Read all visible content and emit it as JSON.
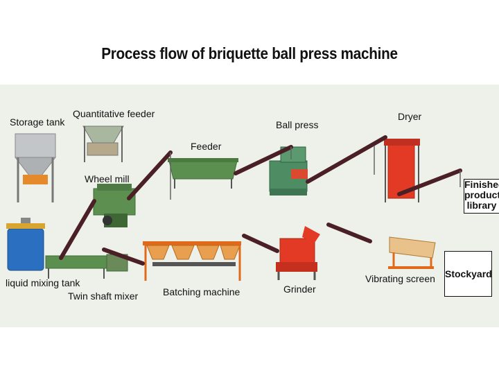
{
  "title": "Process flow of briquette ball press machine",
  "labels": {
    "storage_tank": "Storage tank",
    "quantitative_feeder": "Quantitative feeder",
    "wheel_mill": "Wheel mill",
    "feeder": "Feeder",
    "ball_press": "Ball press",
    "dryer": "Dryer",
    "finished_line1": "Finished",
    "finished_line2": "product",
    "finished_line3": "library",
    "liquid_mixing_tank": "liquid mixing tank",
    "twin_shaft_mixer": "Twin shaft mixer",
    "batching_machine": "Batching machine",
    "grinder": "Grinder",
    "vibrating_screen": "Vibrating screen",
    "stockyard": "Stockyard"
  },
  "colors": {
    "conveyor": "#4a1f26",
    "green_machine": "#5b8f4f",
    "orange_frame": "#e06a1a",
    "red_machine": "#e23a25",
    "blue_tank": "#2a6fc0",
    "steel": "#b9bcbf"
  }
}
